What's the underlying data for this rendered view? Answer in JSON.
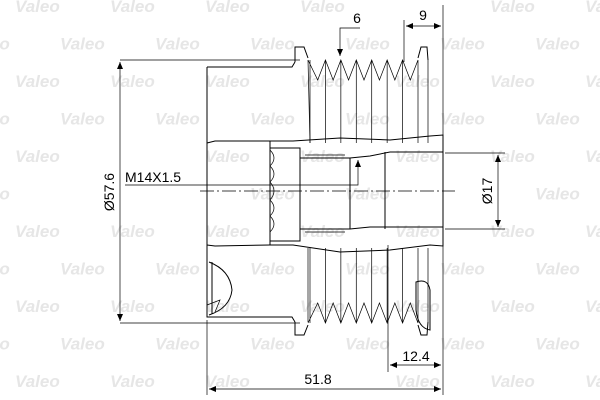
{
  "watermark": "Valeo",
  "dimensions": {
    "outer_diameter": "Ø57.6",
    "thread": "M14X1.5",
    "bore_diameter": "Ø17",
    "groove_count": "6",
    "front_offset": "9",
    "rear_length": "12.4",
    "total_length": "51.8"
  },
  "colors": {
    "line": "#000000",
    "watermark": "#e6e6e6",
    "background": "#ffffff"
  }
}
